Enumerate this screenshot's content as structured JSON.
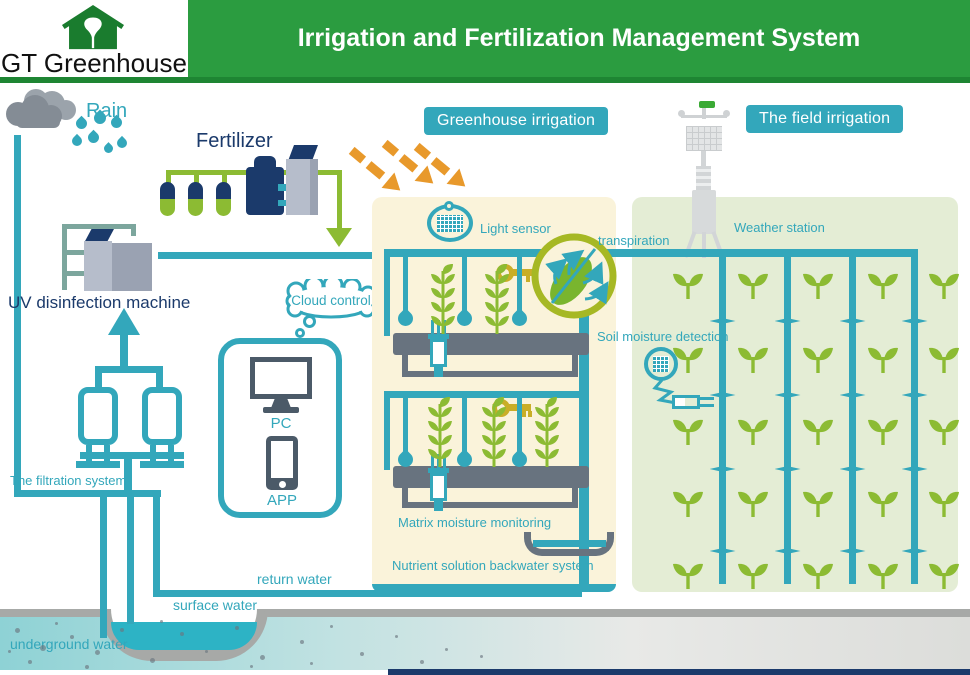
{
  "header": {
    "brand": "GT Greenhouse",
    "title": "Irrigation and Fertilization Management System"
  },
  "sections": {
    "greenhouse_badge": "Greenhouse irrigation",
    "field_badge": "The field irrigation"
  },
  "labels": {
    "rain": "Rain",
    "fertilizer": "Fertilizer",
    "uv_machine": "UV disinfection machine",
    "cloud_control": "Cloud control",
    "pc": "PC",
    "app": "APP",
    "light_sensor": "Light sensor",
    "transpiration": "transpiration",
    "weather_station": "Weather station",
    "soil_moisture": "Soil moisture detection",
    "matrix_moisture": "Matrix moisture monitoring",
    "nutrient_backwater": "Nutrient solution backwater system",
    "filtration": "The filtration system",
    "return_water": "return water",
    "surface_water": "surface water",
    "underground_water": "underground water"
  },
  "colors": {
    "banner_green": "#2b9c40",
    "banner_strip": "#1e8533",
    "logo_green": "#1a7c2e",
    "teal": "#33a7bb",
    "navy": "#1b3a6b",
    "plant_green": "#8cbb33",
    "leaf_green": "#79b52e",
    "olive": "#a6b824",
    "valve_gold": "#c9ae27",
    "orange": "#e8992b",
    "cream": "#faf3da",
    "field_bg": "#e4edd5",
    "machine_gray": "#b6bdcb",
    "machine_gray_dark": "#9aa2b2",
    "frame_sage": "#7ca69d",
    "bench_gray": "#68737f",
    "slate": "#4b5a68",
    "ground_gray": "#a7a9a7",
    "water": "#2db3c5"
  },
  "field_grid": {
    "plant_columns": 5,
    "plant_rows": 5,
    "drip_lines": 4,
    "sprinklers_per_line": 4
  },
  "greenhouse": {
    "grow_rows": 2,
    "plants_row1": 2,
    "plants_row2": 3,
    "drippers_per_row": 3
  }
}
